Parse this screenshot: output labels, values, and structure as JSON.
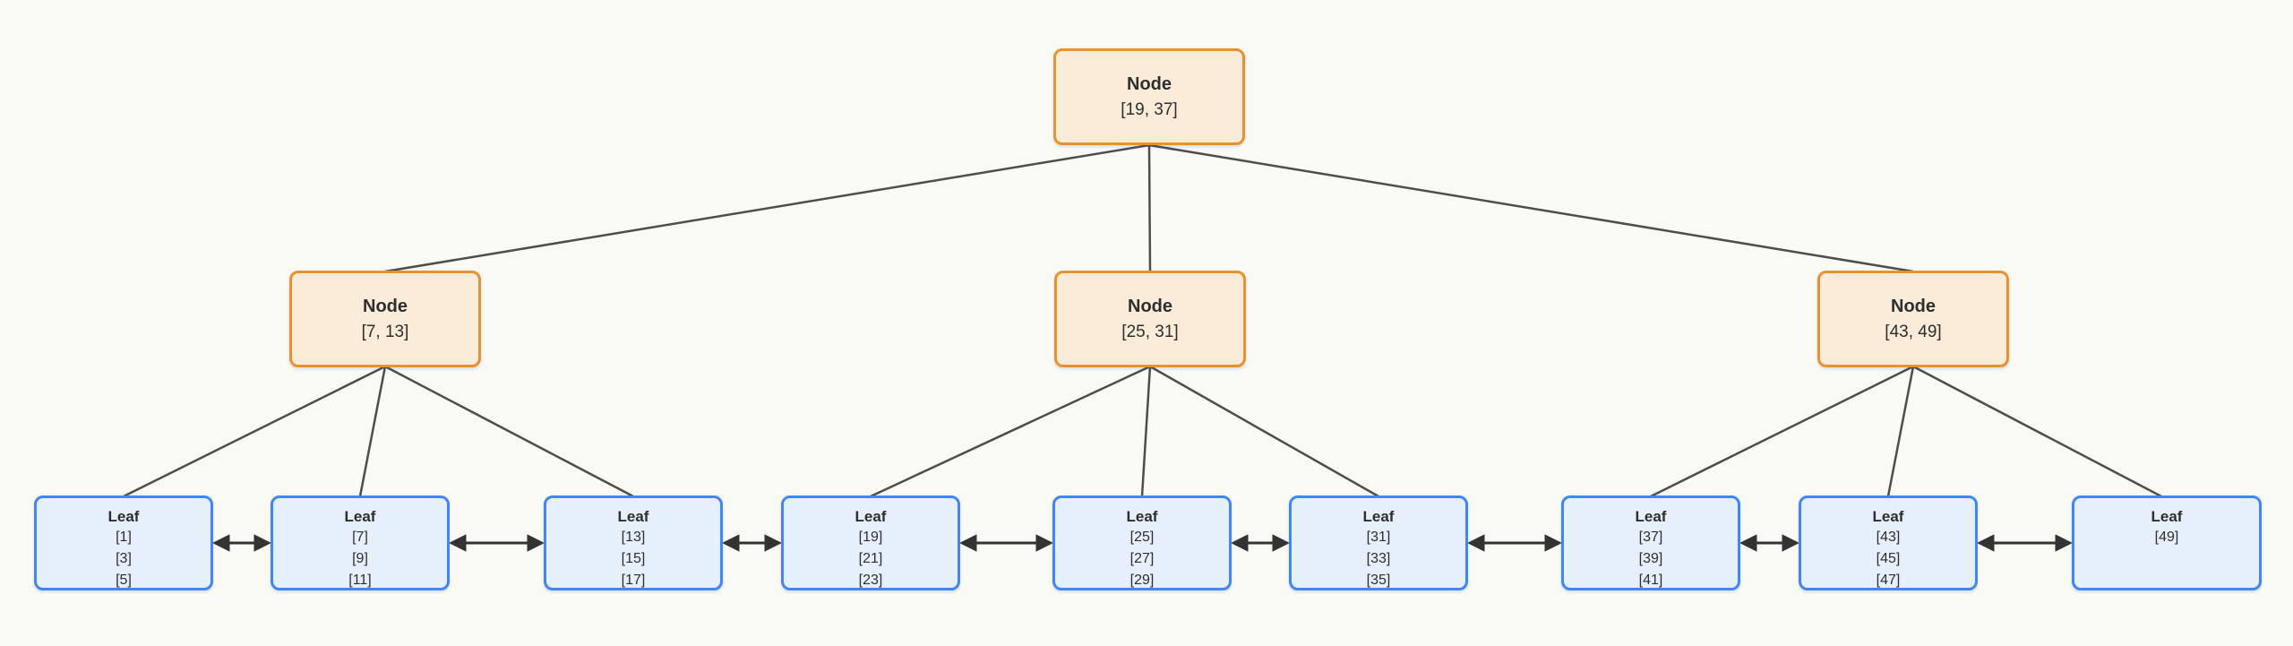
{
  "diagram": {
    "type": "b-plus-tree",
    "colors": {
      "background": "#fafaf5",
      "edge": "#4d4d4d",
      "arrow": "#333333",
      "node_fill": "#faecd9",
      "node_border": "#e8912d",
      "leaf_fill": "#e6f0fc",
      "leaf_border": "#4285f4",
      "text": "#2e2e2e"
    },
    "internal_nodes": [
      {
        "label": "Node",
        "keys": "[19, 37]"
      },
      {
        "label": "Node",
        "keys": "[7, 13]"
      },
      {
        "label": "Node",
        "keys": "[25, 31]"
      },
      {
        "label": "Node",
        "keys": "[43, 49]"
      }
    ],
    "leaves": [
      {
        "label": "Leaf",
        "values": [
          "[1]",
          "[3]",
          "[5]"
        ]
      },
      {
        "label": "Leaf",
        "values": [
          "[7]",
          "[9]",
          "[11]"
        ]
      },
      {
        "label": "Leaf",
        "values": [
          "[13]",
          "[15]",
          "[17]"
        ]
      },
      {
        "label": "Leaf",
        "values": [
          "[19]",
          "[21]",
          "[23]"
        ]
      },
      {
        "label": "Leaf",
        "values": [
          "[25]",
          "[27]",
          "[29]"
        ]
      },
      {
        "label": "Leaf",
        "values": [
          "[31]",
          "[33]",
          "[35]"
        ]
      },
      {
        "label": "Leaf",
        "values": [
          "[37]",
          "[39]",
          "[41]"
        ]
      },
      {
        "label": "Leaf",
        "values": [
          "[43]",
          "[45]",
          "[47]"
        ]
      },
      {
        "label": "Leaf",
        "values": [
          "[49]"
        ]
      }
    ]
  }
}
